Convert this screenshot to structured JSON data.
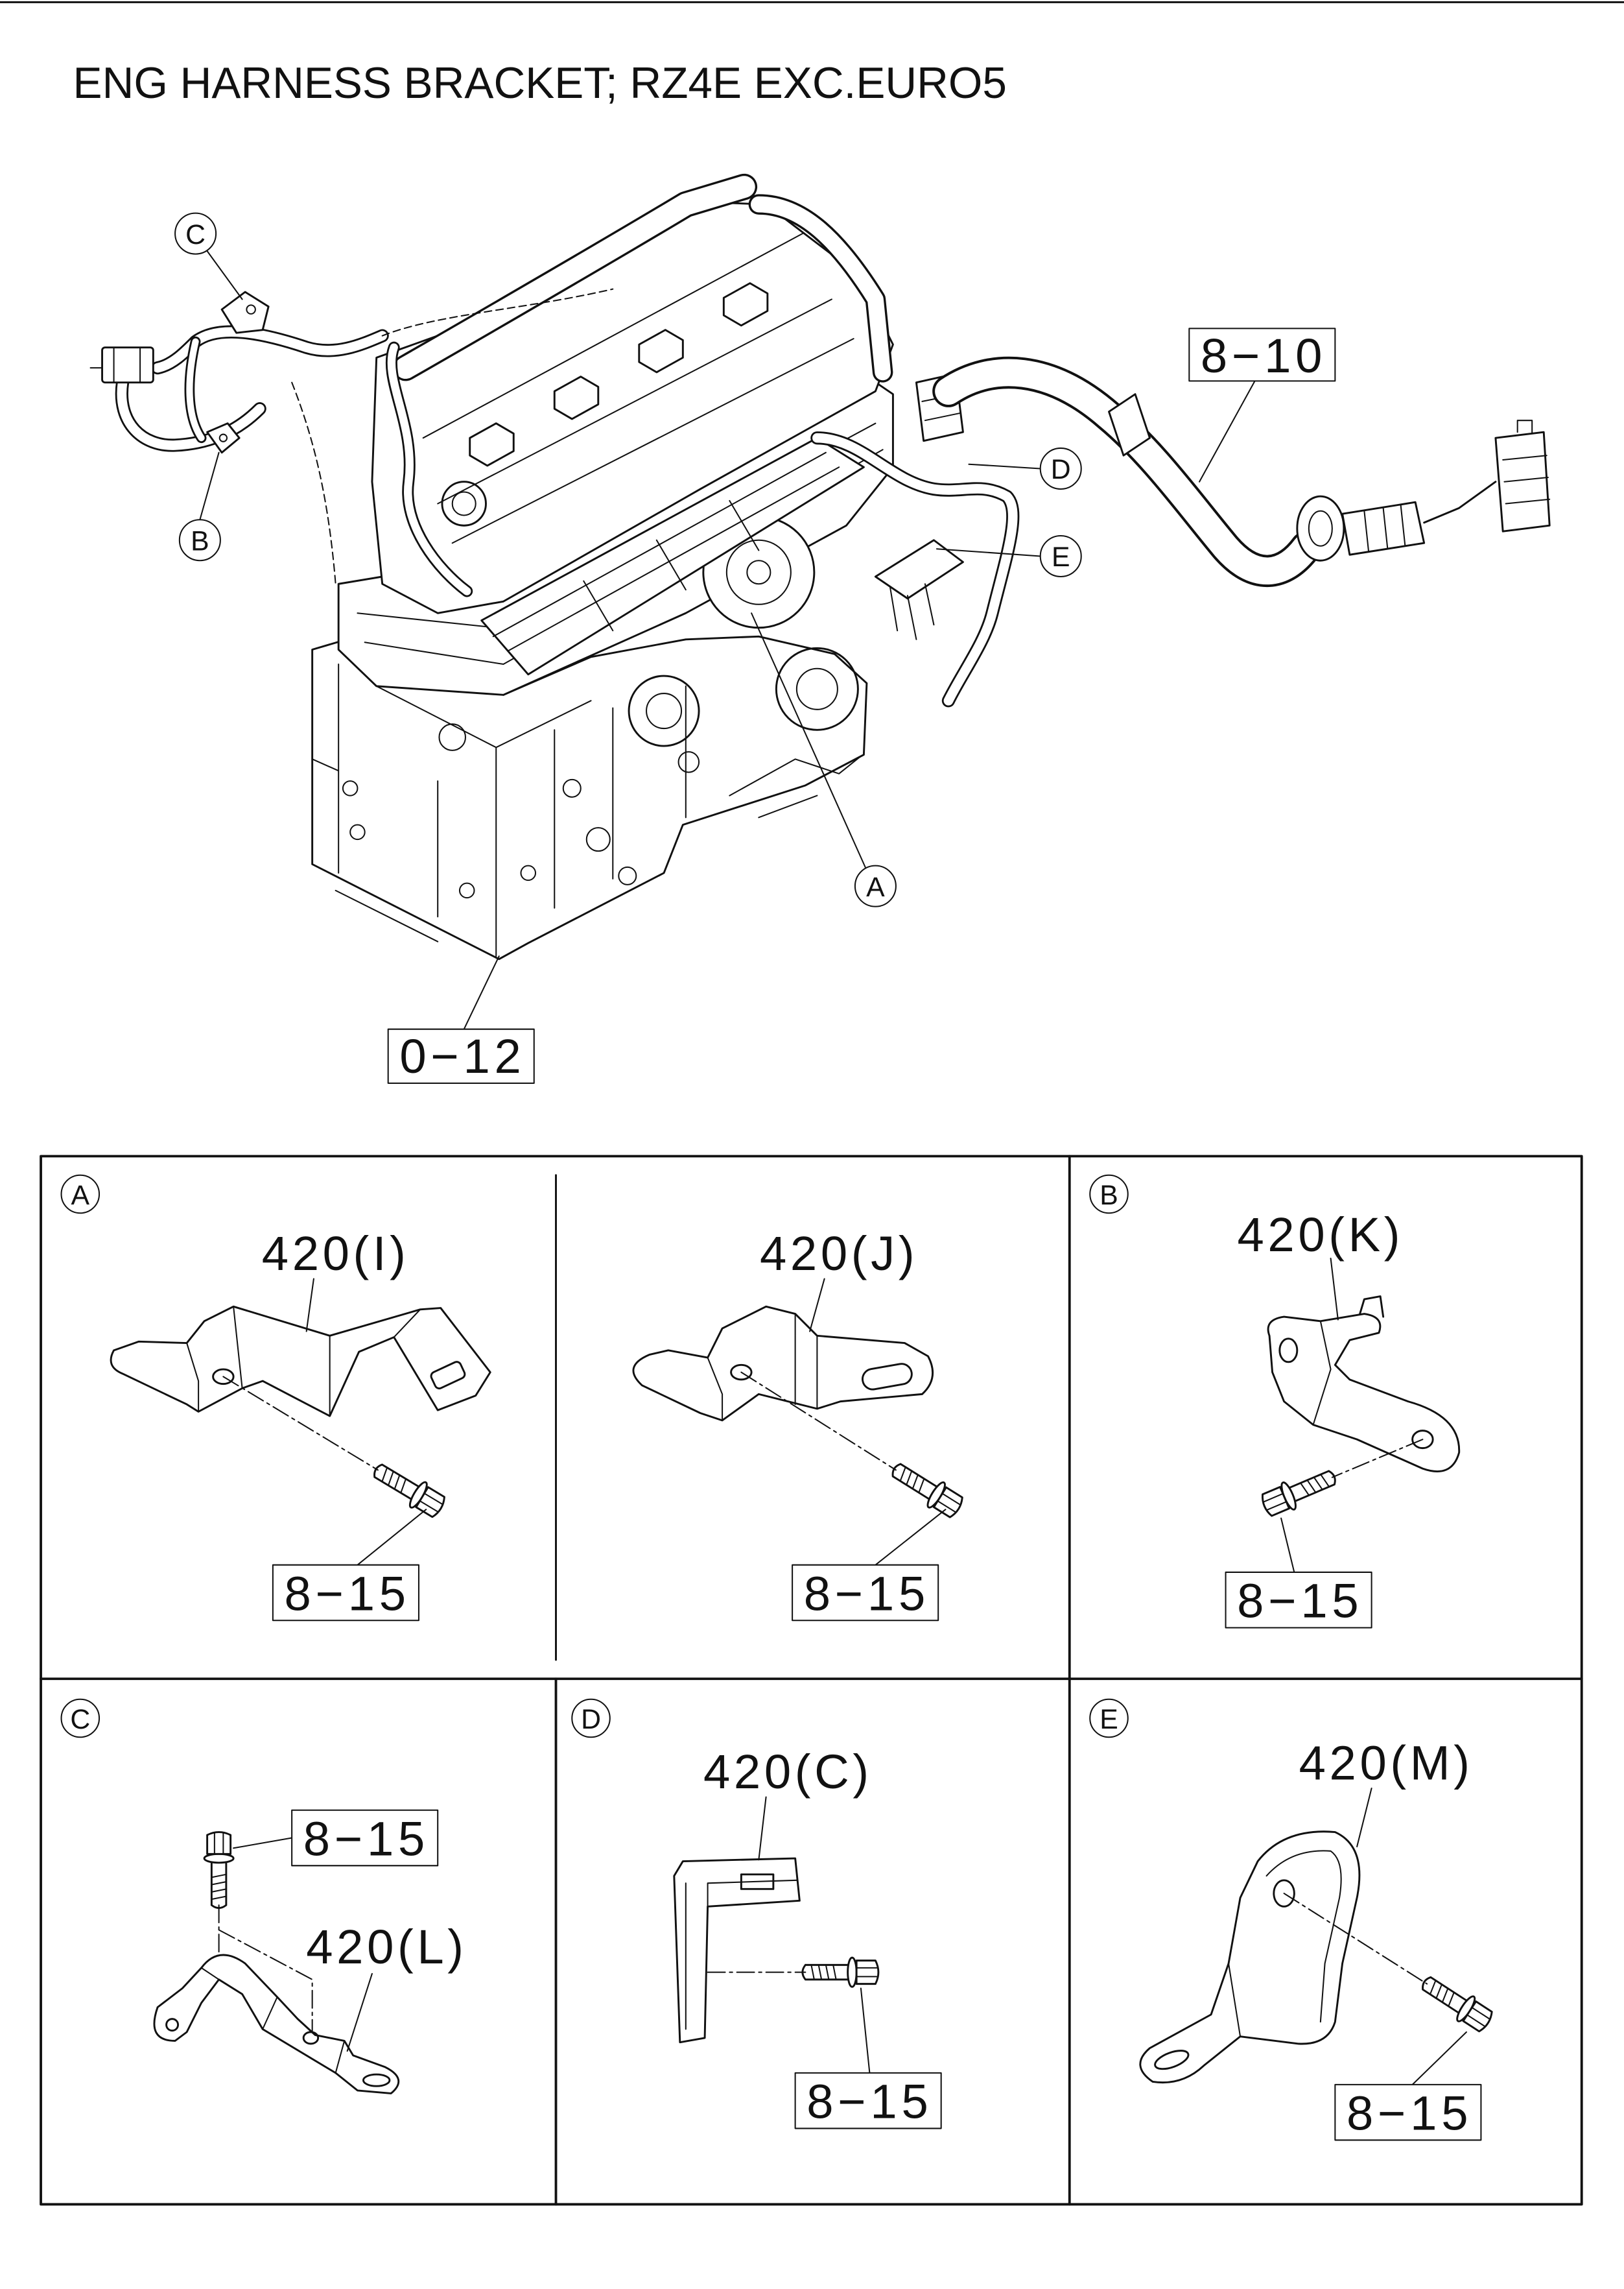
{
  "title": "ENG HARNESS BRACKET; RZ4E EXC.EURO5",
  "overview": {
    "callouts": [
      "A",
      "B",
      "C",
      "D",
      "E"
    ],
    "refs": [
      "8−10",
      "0−12"
    ]
  },
  "panels": [
    {
      "letter": "A",
      "items": [
        {
          "part": "420(I)",
          "ref": "8−15"
        },
        {
          "part": "420(J)",
          "ref": "8−15"
        }
      ]
    },
    {
      "letter": "B",
      "items": [
        {
          "part": "420(K)",
          "ref": "8−15"
        }
      ]
    },
    {
      "letter": "C",
      "items": [
        {
          "part": "420(L)",
          "ref": "8−15"
        }
      ]
    },
    {
      "letter": "D",
      "items": [
        {
          "part": "420(C)",
          "ref": "8−15"
        }
      ]
    },
    {
      "letter": "E",
      "items": [
        {
          "part": "420(M)",
          "ref": "8−15"
        }
      ]
    }
  ]
}
